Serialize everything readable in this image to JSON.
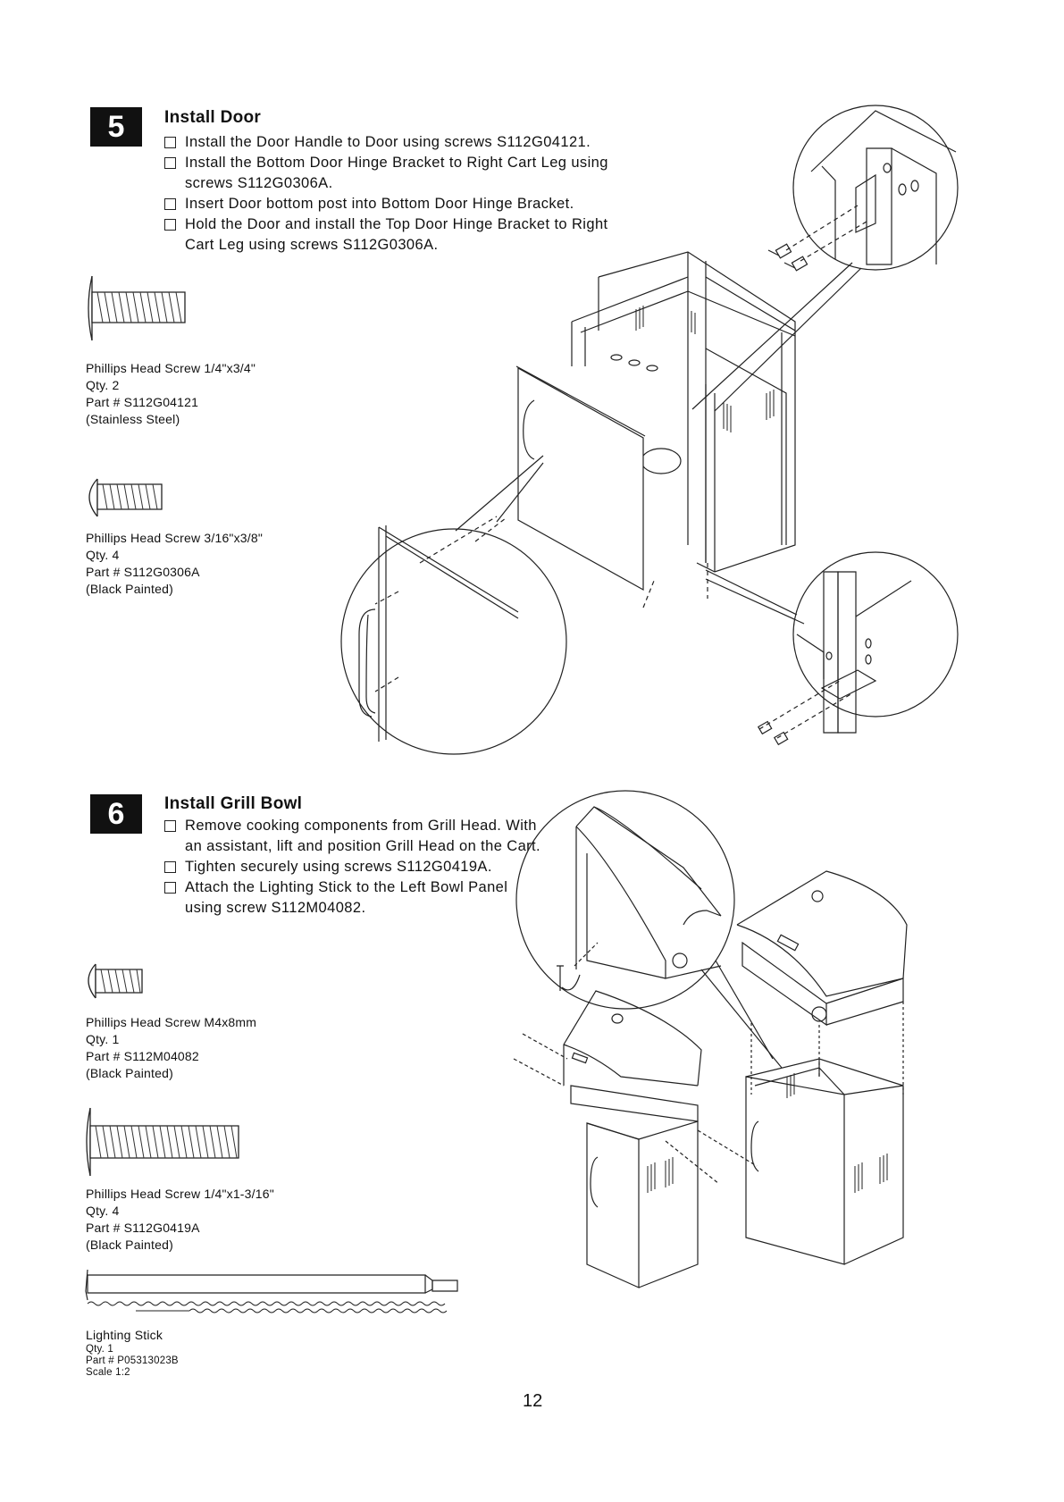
{
  "steps": [
    {
      "number": "5",
      "title": "Install Door",
      "instructions": [
        "Install the Door Handle to Door using screws S112G04121.",
        "Install the Bottom Door Hinge Bracket to Right Cart Leg using screws S112G0306A.",
        "Insert Door bottom post into Bottom Door Hinge Bracket.",
        "Hold the Door and install the Top Door Hinge Bracket to Right Cart Leg using screws S112G0306A."
      ],
      "parts": [
        {
          "name": "Phillips Head Screw 1/4\"x3/4\"",
          "qty": "Qty. 2",
          "part": "Part # S112G04121",
          "note": "(Stainless Steel)"
        },
        {
          "name": "Phillips Head Screw 3/16\"x3/8\"",
          "qty": "Qty. 4",
          "part": "Part # S112G0306A",
          "note": "(Black Painted)"
        }
      ]
    },
    {
      "number": "6",
      "title": "Install Grill Bowl",
      "instructions": [
        "Remove cooking components from Grill Head. With an assistant, lift and position Grill Head on the Cart.",
        "Tighten securely using screws S112G0419A.",
        "Attach the Lighting Stick to the Left Bowl Panel using screw S112M04082."
      ],
      "parts": [
        {
          "name": "Phillips Head Screw M4x8mm",
          "qty": "Qty. 1",
          "part": "Part # S112M04082",
          "note": "(Black Painted)"
        },
        {
          "name": "Phillips Head Screw 1/4\"x1-3/16\"",
          "qty": "Qty. 4",
          "part": "Part # S112G0419A",
          "note": "(Black Painted)"
        },
        {
          "name": "Lighting Stick",
          "qty": "Qty. 1",
          "part": "Part # P05313023B",
          "note": "Scale 1:2"
        }
      ]
    }
  ],
  "page_number": "12"
}
